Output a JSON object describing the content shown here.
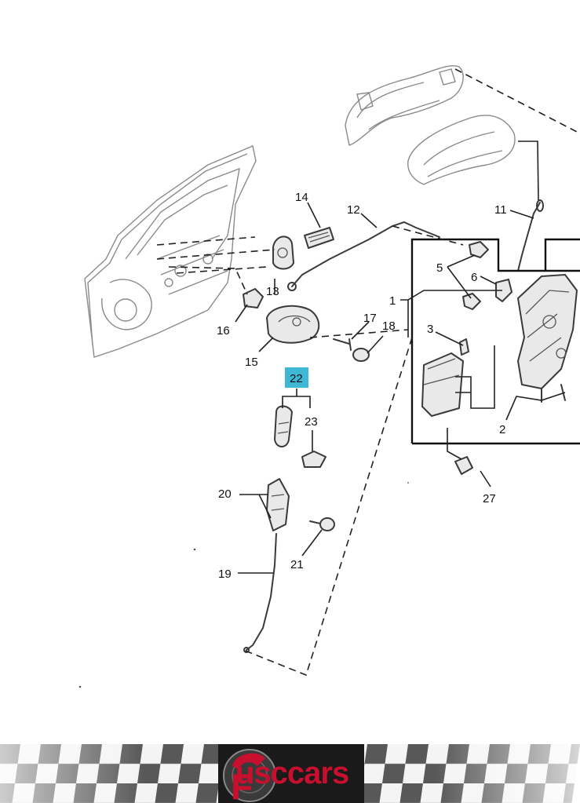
{
  "diagram": {
    "callouts": [
      {
        "id": "1",
        "label": "1"
      },
      {
        "id": "2",
        "label": "2"
      },
      {
        "id": "3",
        "label": "3"
      },
      {
        "id": "5",
        "label": "5"
      },
      {
        "id": "6",
        "label": "6"
      },
      {
        "id": "11",
        "label": "11"
      },
      {
        "id": "12",
        "label": "12"
      },
      {
        "id": "13",
        "label": "13"
      },
      {
        "id": "14",
        "label": "14"
      },
      {
        "id": "15",
        "label": "15"
      },
      {
        "id": "16",
        "label": "16"
      },
      {
        "id": "17",
        "label": "17"
      },
      {
        "id": "18",
        "label": "18"
      },
      {
        "id": "19",
        "label": "19"
      },
      {
        "id": "20",
        "label": "20"
      },
      {
        "id": "21",
        "label": "21"
      },
      {
        "id": "22",
        "label": "22",
        "highlighted": true
      },
      {
        "id": "23",
        "label": "23"
      },
      {
        "id": "27",
        "label": "27"
      }
    ],
    "highlight_color": "#3fb8d6"
  },
  "banner": {
    "logo_text": "usccars",
    "logo_prefix": "F",
    "logo_color": "#c8102e"
  }
}
